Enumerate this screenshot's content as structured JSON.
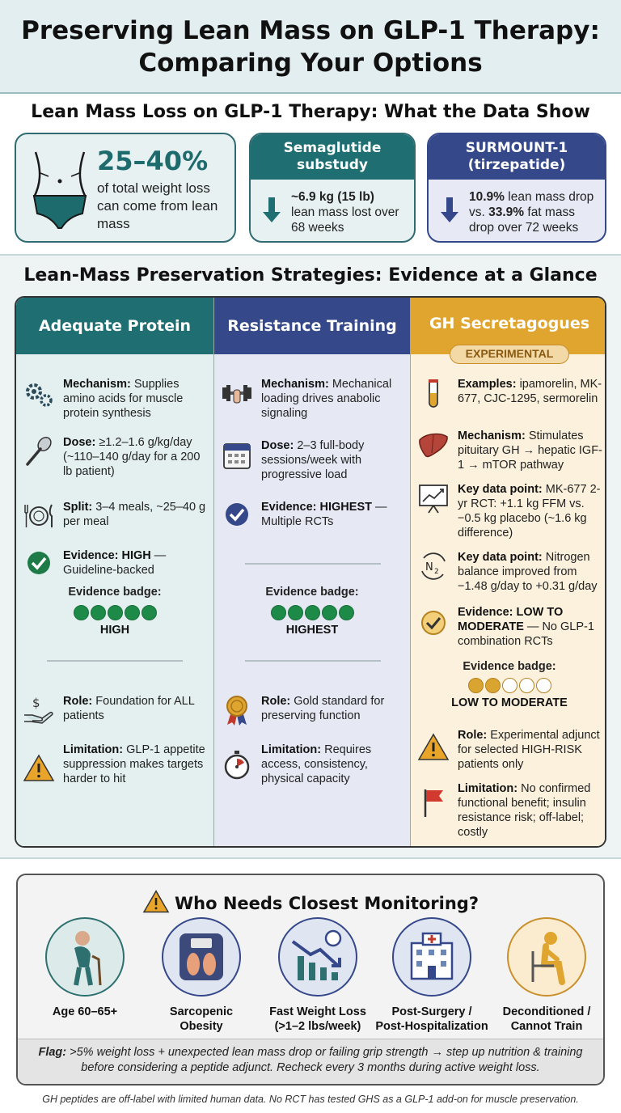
{
  "title": {
    "line1": "Preserving Lean Mass on GLP-1 Therapy:",
    "line2": "Comparing Your Options"
  },
  "lean_mass_section": {
    "heading": "Lean Mass Loss on GLP-1 Therapy: What the Data Show",
    "main_stat": {
      "value": "25–40%",
      "description": "of total weight loss can come from lean mass",
      "icon": "waist-icon"
    },
    "semaglutide": {
      "header_line1": "Semaglutide",
      "header_line2": "substudy",
      "bold": "~6.9 kg (15 lb)",
      "rest": "lean mass lost over 68 weeks",
      "icon": "down-arrow-icon"
    },
    "surmount": {
      "header_line1": "SURMOUNT-1",
      "header_line2": "(tirzepatide)",
      "bold1": "10.9%",
      "mid": " lean mass drop vs. ",
      "bold2": "33.9%",
      "rest": " fat mass drop over 72 weeks",
      "icon": "down-arrow-icon"
    }
  },
  "strategies": {
    "heading": "Lean-Mass Preservation Strategies: Evidence at a Glance",
    "protein": {
      "header": "Adequate Protein",
      "mechanism_label": "Mechanism:",
      "mechanism": " Supplies amino acids for muscle protein synthesis",
      "dose_label": "Dose:",
      "dose": " ≥1.2–1.6 g/kg/day (~110–140 g/day for a 200 lb patient)",
      "split_label": "Split:",
      "split": " 3–4 meals, ~25–40 g per meal",
      "evidence_label": "Evidence: HIGH",
      "evidence": " — Guideline-backed",
      "badge_label": "Evidence badge:",
      "badge_level": "HIGH",
      "badge_filled": 5,
      "role_label": "Role:",
      "role": " Foundation for ALL patients",
      "limitation_label": "Limitation:",
      "limitation": " GLP-1 appetite suppression makes targets harder to hit"
    },
    "resistance": {
      "header": "Resistance Training",
      "mechanism_label": "Mechanism:",
      "mechanism": " Mechanical loading drives anabolic signaling",
      "dose_label": "Dose:",
      "dose": " 2–3 full-body sessions/week with progressive load",
      "evidence_label": "Evidence: HIGHEST",
      "evidence": " — Multiple RCTs",
      "badge_label": "Evidence badge:",
      "badge_level": "HIGHEST",
      "badge_filled": 5,
      "role_label": "Role:",
      "role": " Gold standard for preserving function",
      "limitation_label": "Limitation:",
      "limitation": " Requires access, consistency, physical capacity"
    },
    "ghs": {
      "header": "GH Secretagogues",
      "tag": "EXPERIMENTAL",
      "examples_label": "Examples:",
      "examples": " ipamorelin, MK-677, CJC-1295, sermorelin",
      "mechanism_label": "Mechanism:",
      "mechanism": " Stimulates pituitary GH → hepatic IGF-1 → mTOR pathway",
      "data1_label": "Key data point:",
      "data1": " MK-677 2-yr RCT: +1.1 kg FFM vs. −0.5 kg placebo (~1.6 kg difference)",
      "data2_label": "Key data point:",
      "data2": " Nitrogen balance improved from −1.48 g/day to +0.31 g/day",
      "evidence_label": "Evidence: LOW TO MODERATE",
      "evidence": " — No GLP-1 combination RCTs",
      "badge_label": "Evidence badge:",
      "badge_level": "LOW TO MODERATE",
      "badge_filled": 2,
      "role_label": "Role:",
      "role": " Experimental adjunct for selected HIGH-RISK patients only",
      "limitation_label": "Limitation:",
      "limitation": " No confirmed functional benefit; insulin resistance risk; off-label; costly"
    }
  },
  "monitoring": {
    "heading": "Who Needs Closest Monitoring?",
    "groups": [
      {
        "line1": "Age 60–65+",
        "line2": "",
        "icon": "elderly-person-icon"
      },
      {
        "line1": "Sarcopenic",
        "line2": "Obesity",
        "icon": "scale-icon"
      },
      {
        "line1": "Fast Weight Loss",
        "line2": "(>1–2 lbs/week)",
        "icon": "declining-chart-icon"
      },
      {
        "line1": "Post-Surgery /",
        "line2": "Post-Hospitalization",
        "icon": "hospital-icon"
      },
      {
        "line1": "Deconditioned /",
        "line2": "Cannot Train",
        "icon": "seated-person-icon"
      }
    ],
    "flag_label": "Flag:",
    "flag_text": " >5% weight loss + unexpected lean mass drop or failing grip strength → step up nutrition & training before considering a peptide adjunct. Recheck every 3 months during active weight loss."
  },
  "footnote": "GH peptides are off-label with limited human data. No RCT has tested GHS as a GLP-1 add-on for muscle preservation.",
  "colors": {
    "teal": "#1f6f72",
    "navy": "#34488a",
    "amber": "#e0a52f",
    "green": "#1e8a48"
  }
}
